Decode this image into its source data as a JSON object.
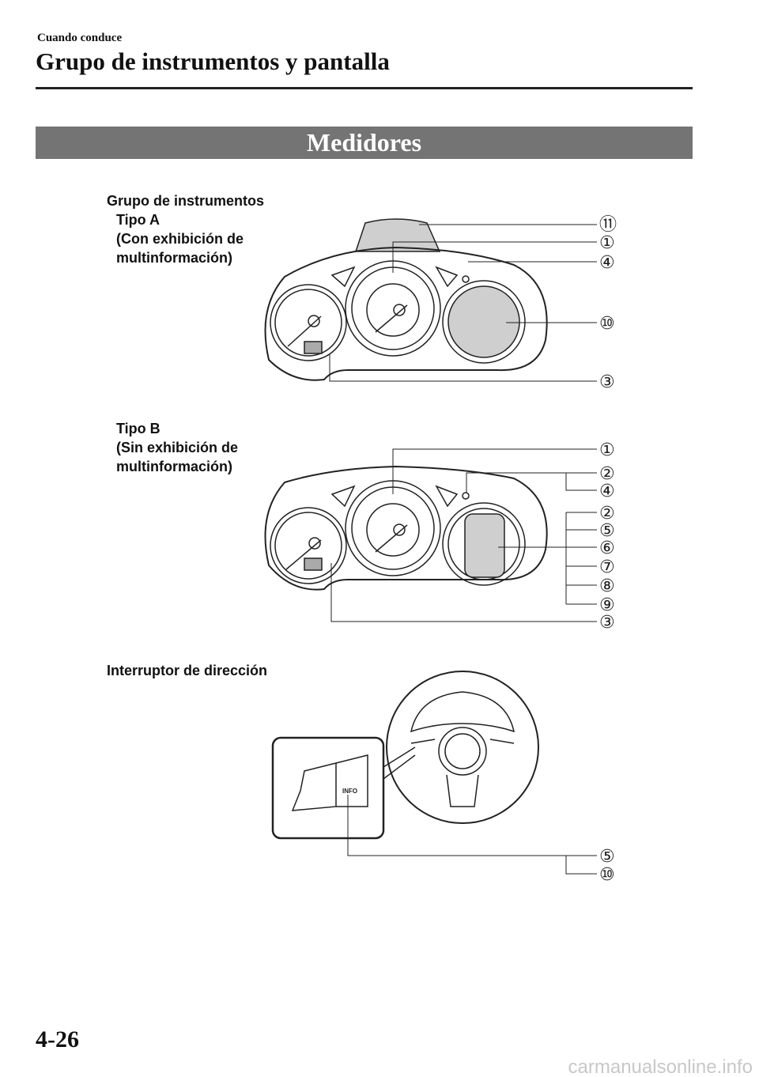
{
  "header": {
    "section": "Cuando conduce",
    "title": "Grupo de instrumentos y pantalla"
  },
  "banner": "Medidores",
  "cluster": {
    "heading": "Grupo de instrumentos",
    "type_a": {
      "label": "Tipo A",
      "desc": "(Con exhibición de multinformación)",
      "callouts": [
        "⑪",
        "①",
        "④",
        "⑩",
        "③"
      ]
    },
    "type_b": {
      "label": "Tipo B",
      "desc": "(Sin exhibición de multinformación)",
      "callouts": [
        "①",
        "②",
        "④",
        "②",
        "⑤",
        "⑥",
        "⑦",
        "⑧",
        "⑨",
        "③"
      ]
    }
  },
  "steering": {
    "heading": "Interruptor de dirección",
    "info_label": "INFO",
    "callouts": [
      "⑤",
      "⑩"
    ]
  },
  "footer": {
    "page": "4-26",
    "watermark": "carmanualsonline.info"
  }
}
